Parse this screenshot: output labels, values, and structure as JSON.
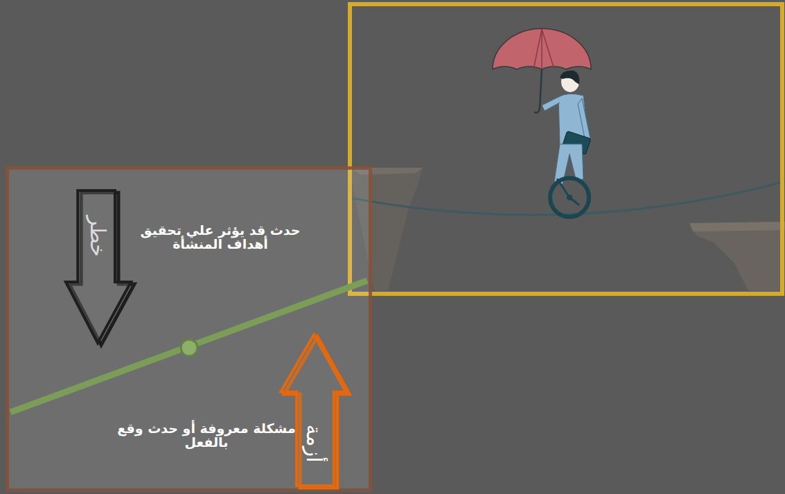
{
  "diagram": {
    "nodes": [
      {
        "text": [
          "حدث قد يؤثر علي تحقيق أهداف المنشأة",
          "مشكلة معروفة أو حدث وقع بالفعل"
        ]
      },
      {
        "text": [
          "خطر"
        ],
        "in": 0
      },
      {
        "text": [
          "أزمة"
        ],
        "in": 0
      }
    ]
  }
}
